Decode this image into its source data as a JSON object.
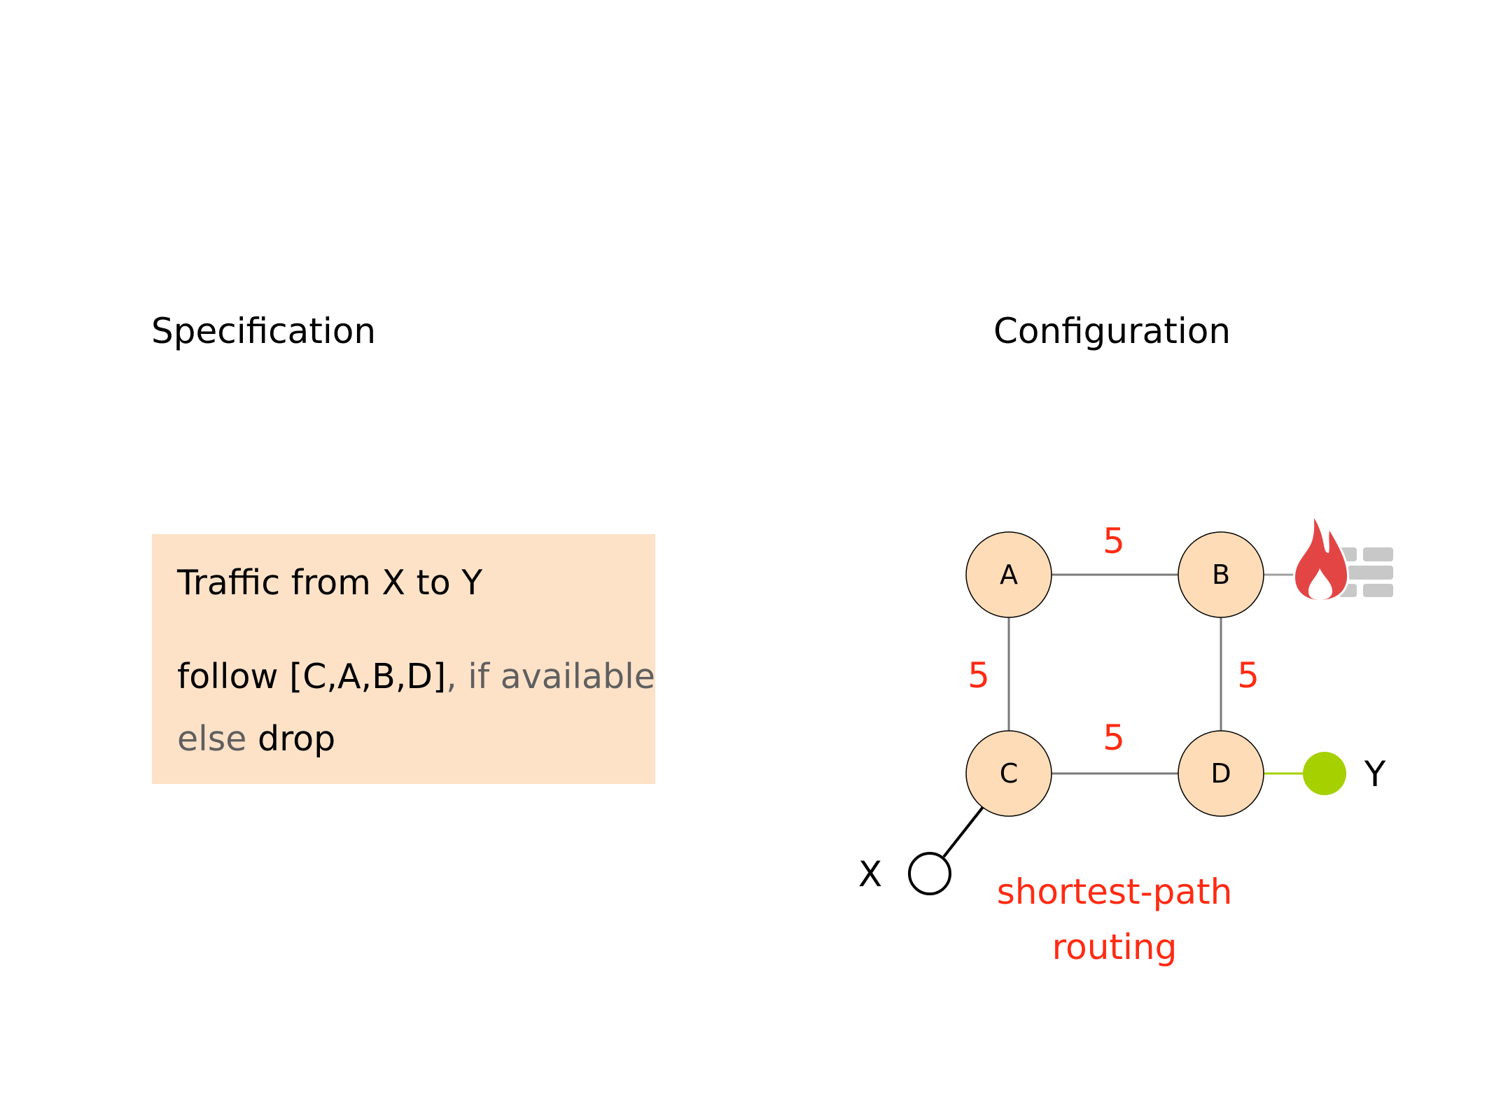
{
  "specification": {
    "title": "Specification",
    "heading": "Traffic from X to Y",
    "rule_follow": "follow [C,A,B,D]",
    "rule_condition": ", if available",
    "rule_else": "else",
    "rule_drop": "drop"
  },
  "configuration": {
    "title": "Configuration",
    "nodes": [
      "A",
      "B",
      "C",
      "D"
    ],
    "edges": [
      {
        "from": "A",
        "to": "B",
        "weight": "5"
      },
      {
        "from": "A",
        "to": "C",
        "weight": "5"
      },
      {
        "from": "B",
        "to": "D",
        "weight": "5"
      },
      {
        "from": "C",
        "to": "D",
        "weight": "5"
      }
    ],
    "source": "X",
    "destination": "Y",
    "firewall_icon": "firewall-icon",
    "routing_line1": "shortest-path",
    "routing_line2": "routing"
  },
  "colors": {
    "box_fill": "#fde2c8",
    "node_fill": "#fddcb7",
    "weight": "#ff2a12",
    "destination": "#a6d000",
    "flame": "#e34545",
    "brick": "#c8c8c8"
  }
}
